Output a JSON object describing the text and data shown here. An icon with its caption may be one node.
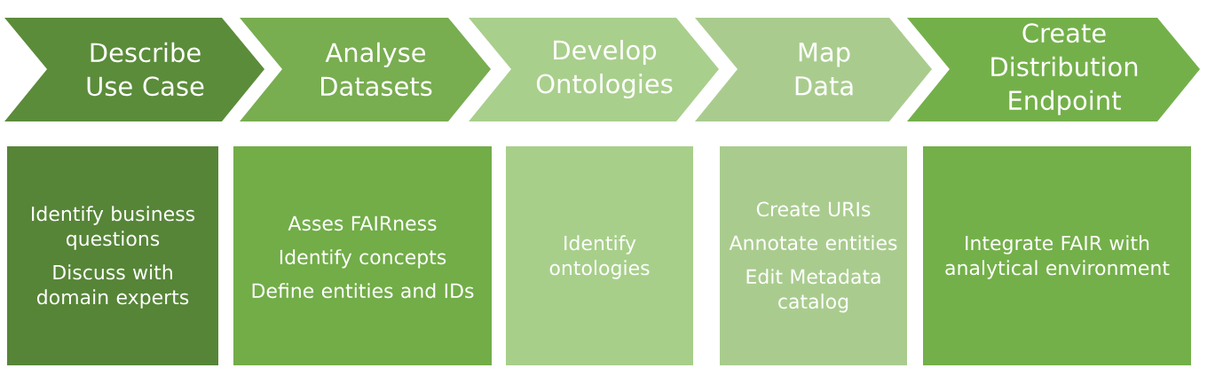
{
  "diagram": {
    "nodes": [
      {
        "text": [
          "Describe Use Case"
        ]
      },
      {
        "text": [
          "Analyse Datasets"
        ]
      },
      {
        "text": [
          "Develop Ontologies"
        ]
      },
      {
        "text": [
          "Map Data"
        ]
      },
      {
        "text": [
          "Create Distribution Endpoint"
        ]
      },
      {
        "text": [
          "Identify business questions",
          "Discuss with domain experts"
        ]
      },
      {
        "text": [
          "Asses FAIRness",
          "Identify concepts",
          "Define entities and IDs"
        ]
      },
      {
        "text": [
          "Identify ontologies"
        ]
      },
      {
        "text": [
          "Create URIs",
          "Annotate entities",
          "Edit Metadata catalog"
        ]
      },
      {
        "text": [
          "Integrate FAIR with analytical environment"
        ]
      }
    ]
  }
}
